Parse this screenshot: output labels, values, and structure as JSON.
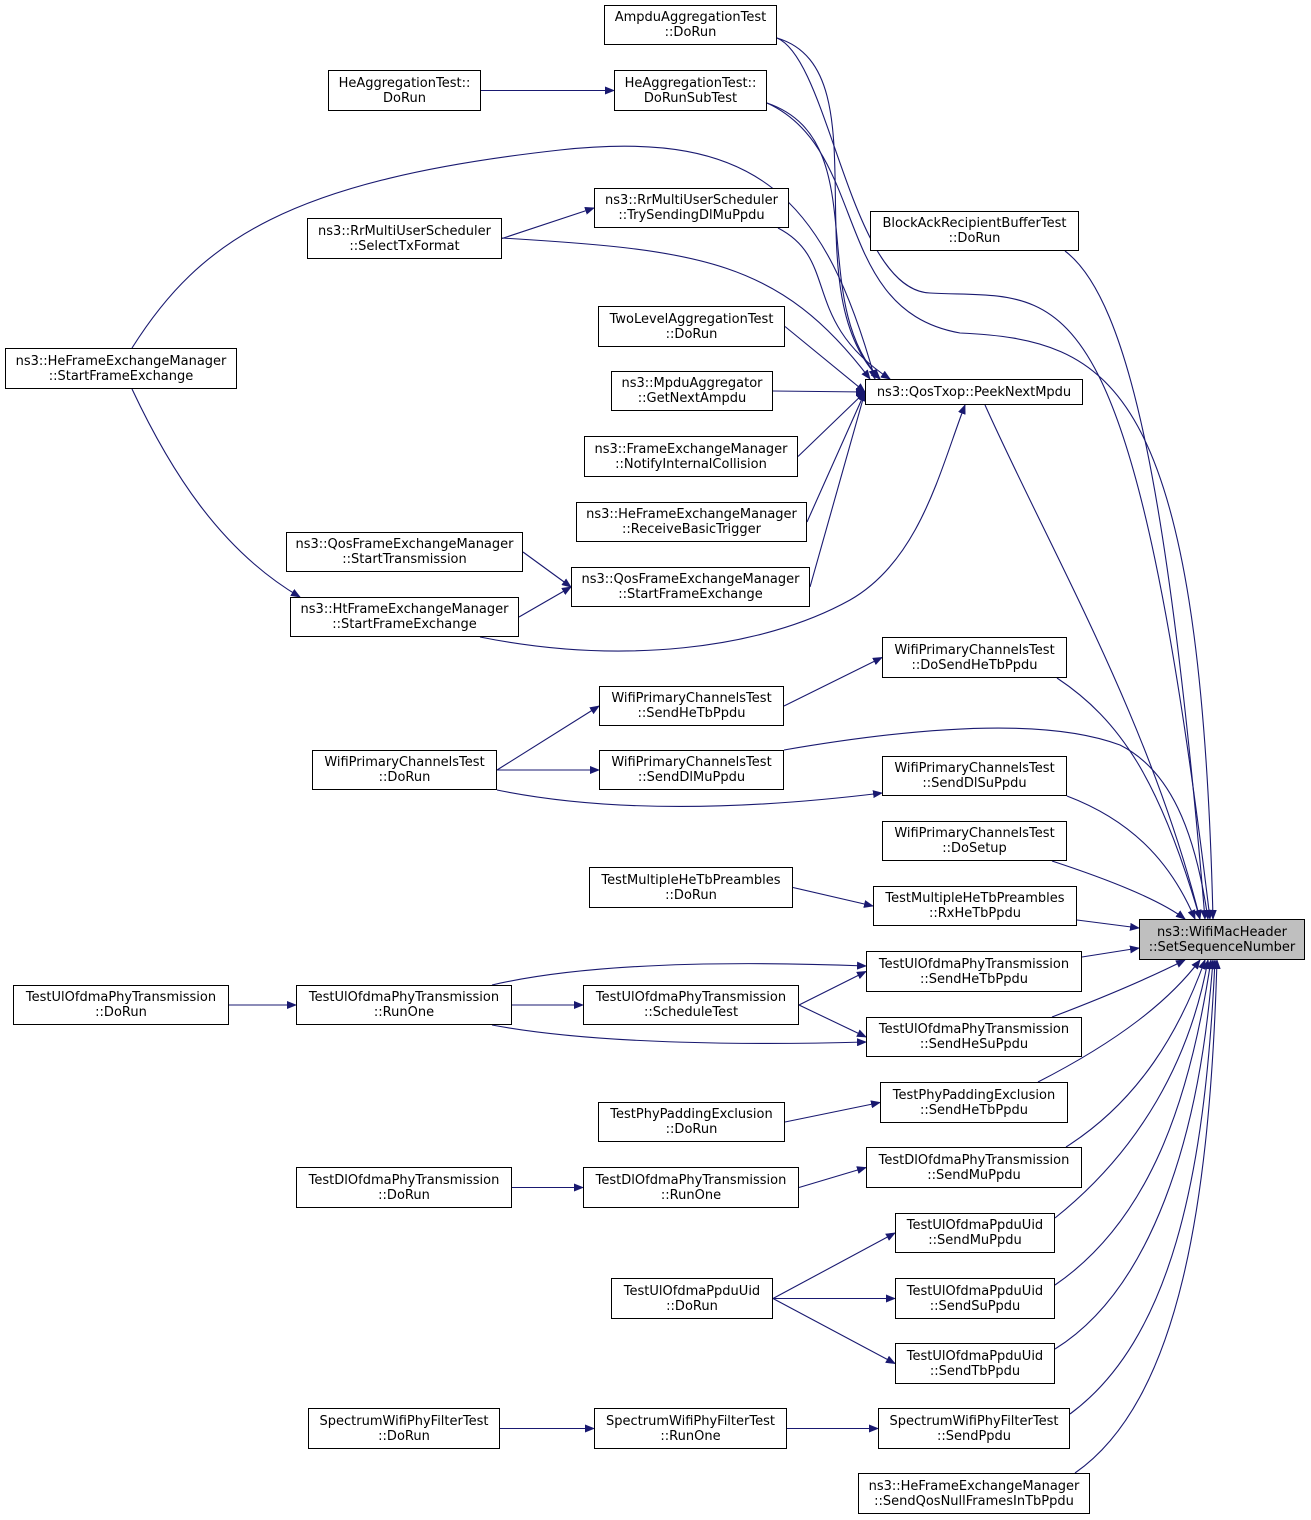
{
  "graph": {
    "title": "",
    "root": "setseq",
    "edge_color": "#191970",
    "nodes": [
      {
        "id": "setseq",
        "lines": [
          "ns3::WifiMacHeader",
          "::SetSequenceNumber"
        ],
        "highlighted": true
      },
      {
        "id": "peek",
        "lines": [
          "ns3::QosTxop::PeekNextMpdu"
        ]
      },
      {
        "id": "ampdu",
        "lines": [
          "AmpduAggregationTest",
          "::DoRun"
        ]
      },
      {
        "id": "heaggsub",
        "lines": [
          "HeAggregationTest::",
          "DoRunSubTest"
        ]
      },
      {
        "id": "heaggrun",
        "lines": [
          "HeAggregationTest::",
          "DoRun"
        ]
      },
      {
        "id": "rrtry",
        "lines": [
          "ns3::RrMultiUserScheduler",
          "::TrySendingDlMuPpdu"
        ]
      },
      {
        "id": "rrsel",
        "lines": [
          "ns3::RrMultiUserScheduler",
          "::SelectTxFormat"
        ]
      },
      {
        "id": "blockack",
        "lines": [
          "BlockAckRecipientBufferTest",
          "::DoRun"
        ]
      },
      {
        "id": "twolevel",
        "lines": [
          "TwoLevelAggregationTest",
          "::DoRun"
        ]
      },
      {
        "id": "heframestart",
        "lines": [
          "ns3::HeFrameExchangeManager",
          "::StartFrameExchange"
        ]
      },
      {
        "id": "mpduagg",
        "lines": [
          "ns3::MpduAggregator",
          "::GetNextAmpdu"
        ]
      },
      {
        "id": "notifycoll",
        "lines": [
          "ns3::FrameExchangeManager",
          "::NotifyInternalCollision"
        ]
      },
      {
        "id": "recvbasic",
        "lines": [
          "ns3::HeFrameExchangeManager",
          "::ReceiveBasicTrigger"
        ]
      },
      {
        "id": "qosstarttx",
        "lines": [
          "ns3::QosFrameExchangeManager",
          "::StartTransmission"
        ]
      },
      {
        "id": "qosstartfx",
        "lines": [
          "ns3::QosFrameExchangeManager",
          "::StartFrameExchange"
        ]
      },
      {
        "id": "htstartfx",
        "lines": [
          "ns3::HtFrameExchangeManager",
          "::StartFrameExchange"
        ]
      },
      {
        "id": "wpcdosendhetb",
        "lines": [
          "WifiPrimaryChannelsTest",
          "::DoSendHeTbPpdu"
        ]
      },
      {
        "id": "wpcsendhetb",
        "lines": [
          "WifiPrimaryChannelsTest",
          "::SendHeTbPpdu"
        ]
      },
      {
        "id": "wpcdorun",
        "lines": [
          "WifiPrimaryChannelsTest",
          "::DoRun"
        ]
      },
      {
        "id": "wpcsenddlmu",
        "lines": [
          "WifiPrimaryChannelsTest",
          "::SendDlMuPpdu"
        ]
      },
      {
        "id": "wpcsenddlsu",
        "lines": [
          "WifiPrimaryChannelsTest",
          "::SendDlSuPpdu"
        ]
      },
      {
        "id": "wpcdosetup",
        "lines": [
          "WifiPrimaryChannelsTest",
          "::DoSetup"
        ]
      },
      {
        "id": "tmhdorun",
        "lines": [
          "TestMultipleHeTbPreambles",
          "::DoRun"
        ]
      },
      {
        "id": "tmhrx",
        "lines": [
          "TestMultipleHeTbPreambles",
          "::RxHeTbPpdu"
        ]
      },
      {
        "id": "tuldorun",
        "lines": [
          "TestUlOfdmaPhyTransmission",
          "::DoRun"
        ]
      },
      {
        "id": "tulrunone",
        "lines": [
          "TestUlOfdmaPhyTransmission",
          "::RunOne"
        ]
      },
      {
        "id": "tulsendhetb",
        "lines": [
          "TestUlOfdmaPhyTransmission",
          "::SendHeTbPpdu"
        ]
      },
      {
        "id": "tulsched",
        "lines": [
          "TestUlOfdmaPhyTransmission",
          "::ScheduleTest"
        ]
      },
      {
        "id": "tulsendhesu",
        "lines": [
          "TestUlOfdmaPhyTransmission",
          "::SendHeSuPpdu"
        ]
      },
      {
        "id": "tppdorun",
        "lines": [
          "TestPhyPaddingExclusion",
          "::DoRun"
        ]
      },
      {
        "id": "tppsendhetb",
        "lines": [
          "TestPhyPaddingExclusion",
          "::SendHeTbPpdu"
        ]
      },
      {
        "id": "tdldorun",
        "lines": [
          "TestDlOfdmaPhyTransmission",
          "::DoRun"
        ]
      },
      {
        "id": "tdlrunone",
        "lines": [
          "TestDlOfdmaPhyTransmission",
          "::RunOne"
        ]
      },
      {
        "id": "tdlsendmu",
        "lines": [
          "TestDlOfdmaPhyTransmission",
          "::SendMuPpdu"
        ]
      },
      {
        "id": "tupsendmu",
        "lines": [
          "TestUlOfdmaPpduUid",
          "::SendMuPpdu"
        ]
      },
      {
        "id": "tupdorun",
        "lines": [
          "TestUlOfdmaPpduUid",
          "::DoRun"
        ]
      },
      {
        "id": "tupsendsu",
        "lines": [
          "TestUlOfdmaPpduUid",
          "::SendSuPpdu"
        ]
      },
      {
        "id": "tupsendtb",
        "lines": [
          "TestUlOfdmaPpduUid",
          "::SendTbPpdu"
        ]
      },
      {
        "id": "swfdorun",
        "lines": [
          "SpectrumWifiPhyFilterTest",
          "::DoRun"
        ]
      },
      {
        "id": "swfrunone",
        "lines": [
          "SpectrumWifiPhyFilterTest",
          "::RunOne"
        ]
      },
      {
        "id": "swfsend",
        "lines": [
          "SpectrumWifiPhyFilterTest",
          "::SendPpdu"
        ]
      },
      {
        "id": "hesendqos",
        "lines": [
          "ns3::HeFrameExchangeManager",
          "::SendQosNullFramesInTbPpdu"
        ]
      }
    ],
    "edges": [
      {
        "from": "ampdu",
        "to": "peek"
      },
      {
        "from": "heaggrun",
        "to": "heaggsub"
      },
      {
        "from": "heaggsub",
        "to": "peek"
      },
      {
        "from": "heframestart",
        "to": "peek"
      },
      {
        "from": "rrsel",
        "to": "rrtry"
      },
      {
        "from": "rrtry",
        "to": "peek"
      },
      {
        "from": "rrsel",
        "to": "peek"
      },
      {
        "from": "twolevel",
        "to": "peek"
      },
      {
        "from": "mpduagg",
        "to": "peek"
      },
      {
        "from": "notifycoll",
        "to": "peek"
      },
      {
        "from": "recvbasic",
        "to": "peek"
      },
      {
        "from": "qosstartfx",
        "to": "peek"
      },
      {
        "from": "htstartfx",
        "to": "peek"
      },
      {
        "from": "heframestart",
        "to": "htstartfx"
      },
      {
        "from": "qosstarttx",
        "to": "qosstartfx"
      },
      {
        "from": "htstartfx",
        "to": "qosstartfx"
      },
      {
        "from": "ampdu",
        "to": "setseq"
      },
      {
        "from": "heaggsub",
        "to": "setseq"
      },
      {
        "from": "blockack",
        "to": "setseq"
      },
      {
        "from": "peek",
        "to": "setseq"
      },
      {
        "from": "wpcdosendhetb",
        "to": "setseq"
      },
      {
        "from": "wpcsenddlmu",
        "to": "setseq"
      },
      {
        "from": "wpcsenddlsu",
        "to": "setseq"
      },
      {
        "from": "wpcdosetup",
        "to": "setseq"
      },
      {
        "from": "tmhrx",
        "to": "setseq"
      },
      {
        "from": "tulsendhetb",
        "to": "setseq"
      },
      {
        "from": "tulsendhesu",
        "to": "setseq"
      },
      {
        "from": "tppsendhetb",
        "to": "setseq"
      },
      {
        "from": "tdlsendmu",
        "to": "setseq"
      },
      {
        "from": "tupsendmu",
        "to": "setseq"
      },
      {
        "from": "tupsendsu",
        "to": "setseq"
      },
      {
        "from": "tupsendtb",
        "to": "setseq"
      },
      {
        "from": "swfsend",
        "to": "setseq"
      },
      {
        "from": "hesendqos",
        "to": "setseq"
      },
      {
        "from": "wpcsendhetb",
        "to": "wpcdosendhetb"
      },
      {
        "from": "wpcdorun",
        "to": "wpcsendhetb"
      },
      {
        "from": "wpcdorun",
        "to": "wpcsenddlmu"
      },
      {
        "from": "wpcdorun",
        "to": "wpcsenddlsu"
      },
      {
        "from": "tmhdorun",
        "to": "tmhrx"
      },
      {
        "from": "tuldorun",
        "to": "tulrunone"
      },
      {
        "from": "tulrunone",
        "to": "tulsendhetb"
      },
      {
        "from": "tulrunone",
        "to": "tulsched"
      },
      {
        "from": "tulrunone",
        "to": "tulsendhesu"
      },
      {
        "from": "tulsched",
        "to": "tulsendhetb"
      },
      {
        "from": "tulsched",
        "to": "tulsendhesu"
      },
      {
        "from": "tppdorun",
        "to": "tppsendhetb"
      },
      {
        "from": "tdldorun",
        "to": "tdlrunone"
      },
      {
        "from": "tdlrunone",
        "to": "tdlsendmu"
      },
      {
        "from": "tupdorun",
        "to": "tupsendmu"
      },
      {
        "from": "tupdorun",
        "to": "tupsendsu"
      },
      {
        "from": "tupdorun",
        "to": "tupsendtb"
      },
      {
        "from": "swfdorun",
        "to": "swfrunone"
      },
      {
        "from": "swfrunone",
        "to": "swfsend"
      }
    ]
  }
}
